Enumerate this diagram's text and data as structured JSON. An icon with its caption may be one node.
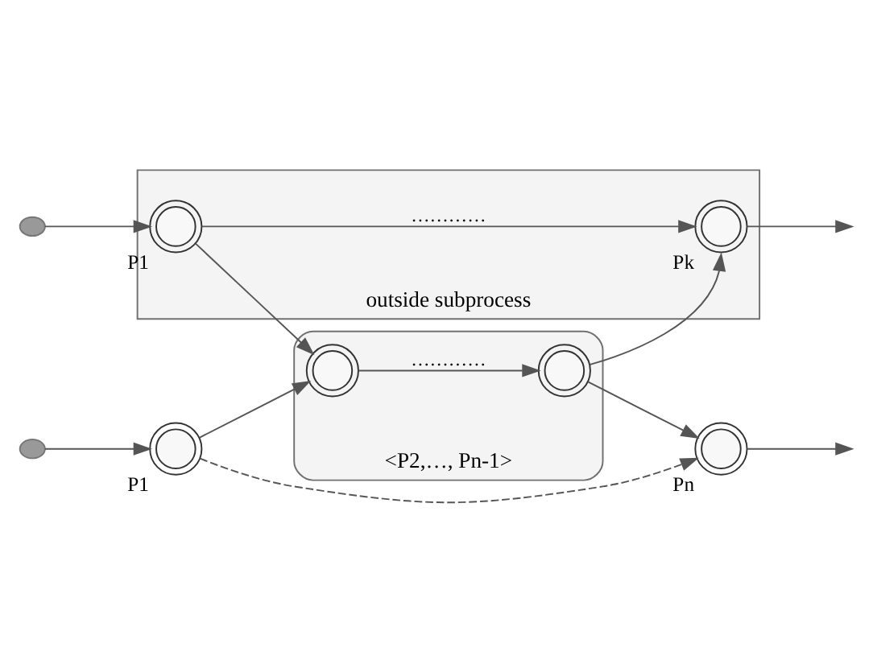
{
  "diagram": {
    "nodes": [
      {
        "text": [
          "outside subprocess"
        ]
      },
      {
        "text": [],
        "shape": "circle"
      },
      {
        "text": [],
        "shape": "circle",
        "in": 0,
        "beside": [
          "P1"
        ]
      },
      {
        "text": [],
        "shape": "circle",
        "in": 0,
        "beside": [
          "Pk"
        ]
      },
      {
        "text": [
          "<P2,…, Pn-1>"
        ]
      },
      {
        "text": [],
        "shape": "circle",
        "in": 4
      },
      {
        "text": [],
        "shape": "circle",
        "in": 4
      },
      {
        "text": [],
        "shape": "circle"
      },
      {
        "text": [],
        "shape": "circle",
        "beside": [
          "P1"
        ]
      },
      {
        "text": [],
        "shape": "circle",
        "beside": [
          "Pn"
        ]
      }
    ],
    "edges": [
      {
        "from": 1,
        "to": 2,
        "arrow": "to"
      },
      {
        "from": 2,
        "to": 3,
        "arrow": "to",
        "label": "…………"
      },
      {
        "from": 3,
        "to": null,
        "arrow": "to"
      },
      {
        "from": 2,
        "to": 5,
        "arrow": "to"
      },
      {
        "from": 8,
        "to": 5,
        "arrow": "to"
      },
      {
        "from": 5,
        "to": 6,
        "arrow": "to",
        "label": "…………"
      },
      {
        "from": 6,
        "to": 3,
        "arrow": "to"
      },
      {
        "from": 6,
        "to": 9,
        "arrow": "to"
      },
      {
        "from": 7,
        "to": 8,
        "arrow": "to"
      },
      {
        "from": 8,
        "to": 9,
        "arrow": "to",
        "style": "dashed"
      },
      {
        "from": 9,
        "to": null,
        "arrow": "to"
      }
    ]
  }
}
